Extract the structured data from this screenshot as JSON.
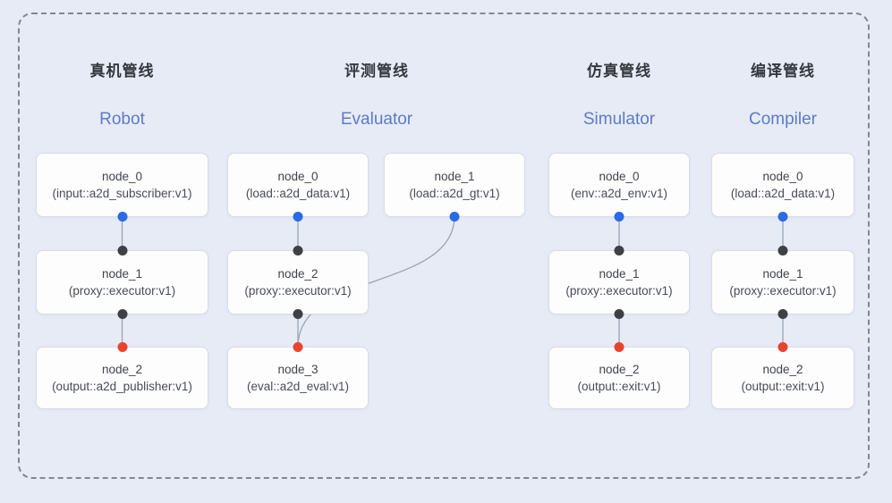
{
  "pipelines": [
    {
      "zh_title": "真机管线",
      "en_title": "Robot",
      "nodes": [
        {
          "name": "node_0",
          "type": "(input::a2d_subscriber:v1)",
          "bottom_port": "blue"
        },
        {
          "name": "node_1",
          "type": "(proxy::executor:v1)",
          "top_port": "black",
          "bottom_port": "black"
        },
        {
          "name": "node_2",
          "type": "(output::a2d_publisher:v1)",
          "top_port": "red"
        }
      ]
    },
    {
      "zh_title": "评测管线",
      "en_title": "Evaluator",
      "nodes": [
        {
          "name": "node_0",
          "type": "(load::a2d_data:v1)",
          "bottom_port": "blue"
        },
        {
          "name": "node_1",
          "type": "(load::a2d_gt:v1)",
          "bottom_port": "blue"
        },
        {
          "name": "node_2",
          "type": "(proxy::executor:v1)",
          "top_port": "black",
          "bottom_port": "black"
        },
        {
          "name": "node_3",
          "type": "(eval::a2d_eval:v1)",
          "top_port": "red"
        }
      ]
    },
    {
      "zh_title": "仿真管线",
      "en_title": "Simulator",
      "nodes": [
        {
          "name": "node_0",
          "type": "(env::a2d_env:v1)",
          "bottom_port": "blue"
        },
        {
          "name": "node_1",
          "type": "(proxy::executor:v1)",
          "top_port": "black",
          "bottom_port": "black"
        },
        {
          "name": "node_2",
          "type": "(output::exit:v1)",
          "top_port": "red"
        }
      ]
    },
    {
      "zh_title": "编译管线",
      "en_title": "Compiler",
      "nodes": [
        {
          "name": "node_0",
          "type": "(load::a2d_data:v1)",
          "bottom_port": "blue"
        },
        {
          "name": "node_1",
          "type": "(proxy::executor:v1)",
          "top_port": "black",
          "bottom_port": "black"
        },
        {
          "name": "node_2",
          "type": "(output::exit:v1)",
          "top_port": "red"
        }
      ]
    }
  ],
  "colors": {
    "background": "#e7ebf6",
    "node_fill": "#fdfdfe",
    "node_border": "#d8dce5",
    "dashed_border": "#82878f",
    "connector": "#9aa3b2",
    "zh_title_text": "#34383e",
    "en_title_text": "#5b7cc7",
    "node_text": "#3f434a",
    "port_blue": "#2a6ae4",
    "port_black": "#3d4044",
    "port_red": "#e8432d"
  }
}
